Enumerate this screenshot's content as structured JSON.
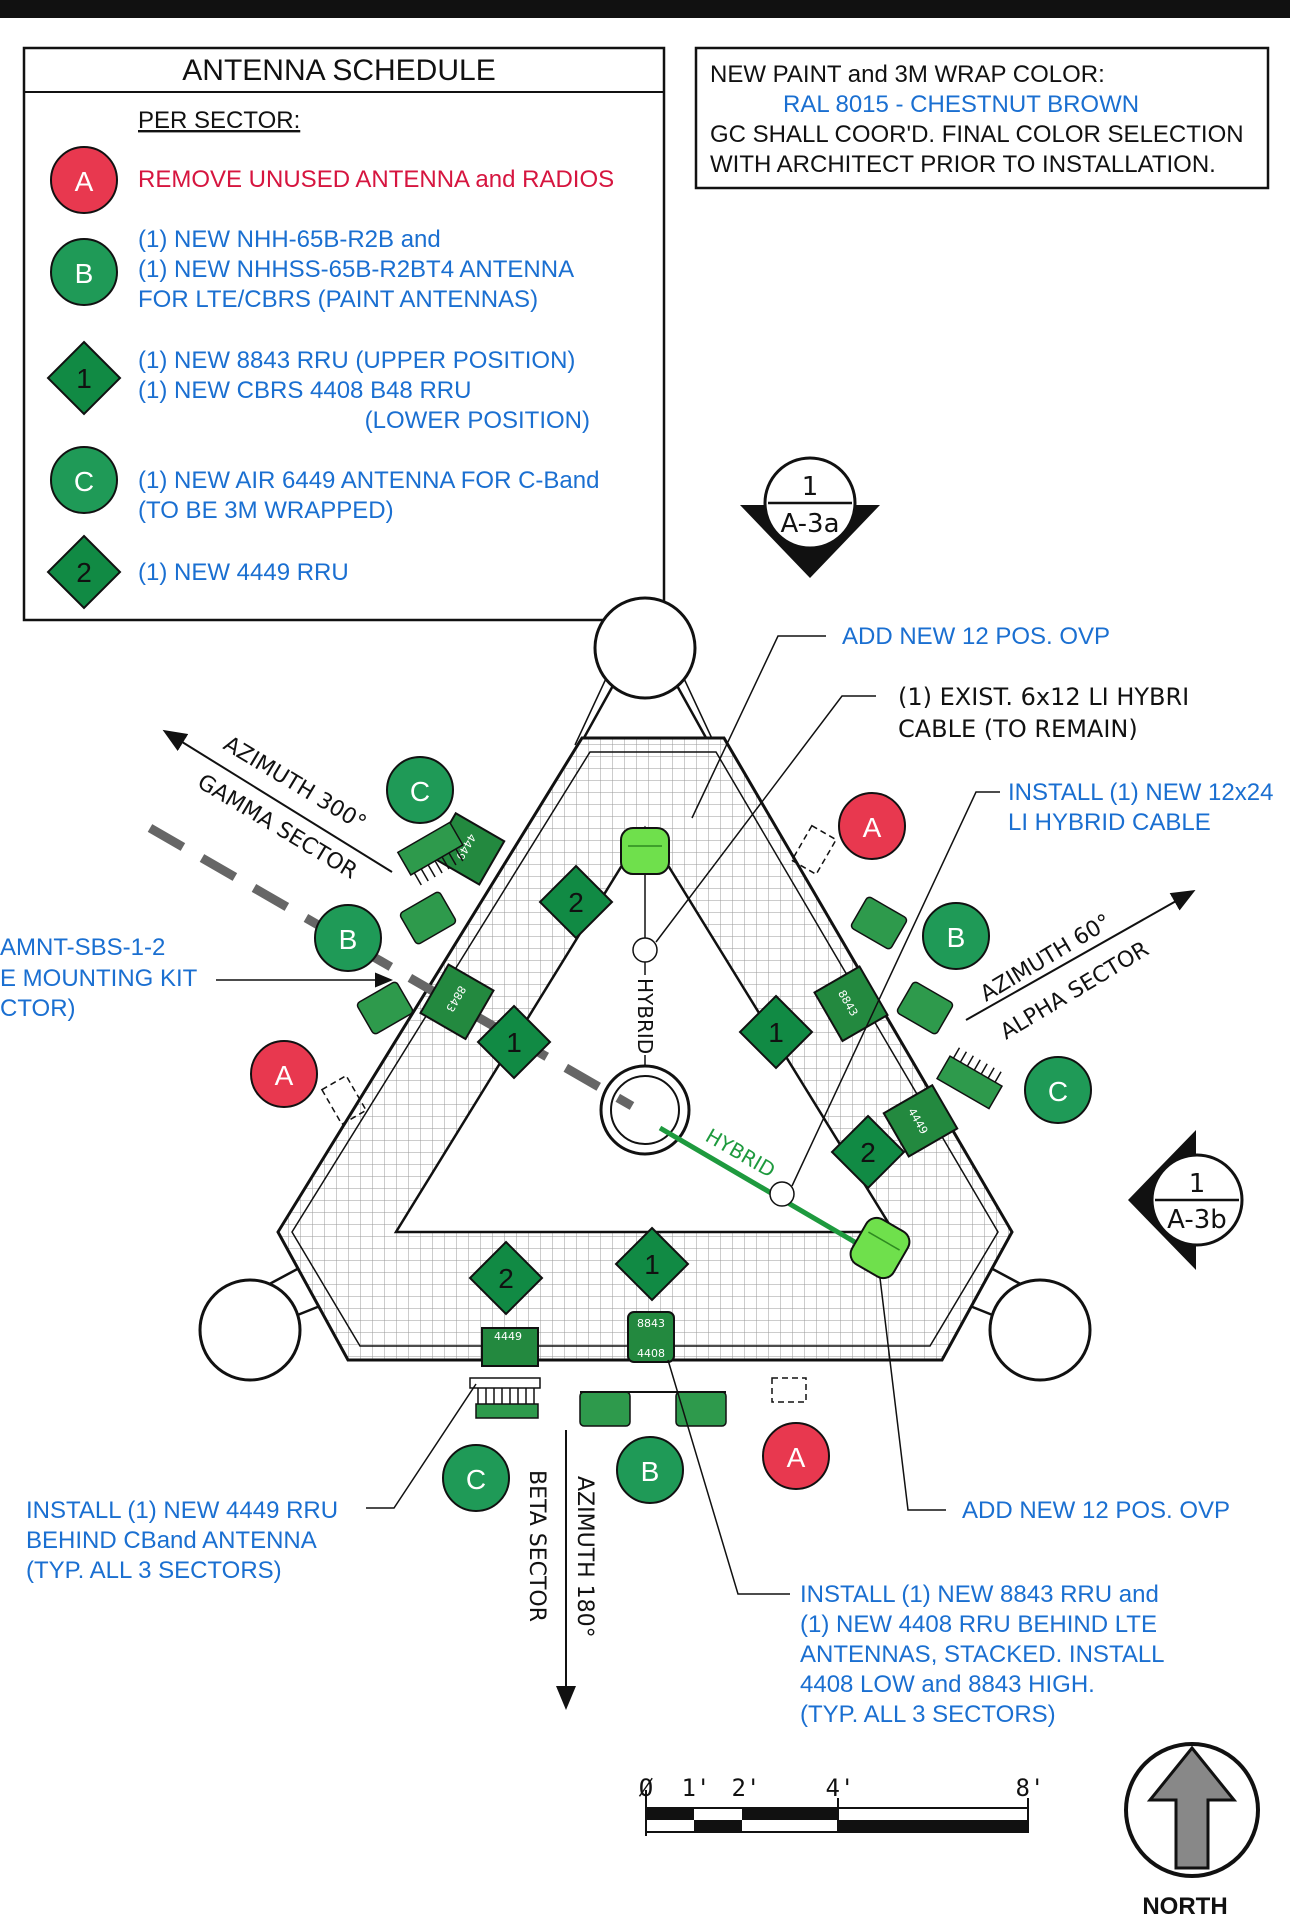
{
  "colors": {
    "red": "#e8384f",
    "red_text": "#d6153f",
    "green": "#1f9a57",
    "dark_green": "#1d7a3c",
    "diamond_green": "#118a44",
    "light_green": "#5fd14a",
    "blue_text": "#1a6fd1",
    "black": "#111111",
    "gray": "#777777"
  },
  "schedule": {
    "title": "ANTENNA SCHEDULE",
    "per_sector": "PER SECTOR:",
    "items": [
      {
        "symbol": "A",
        "shape": "circle",
        "color": "red",
        "lines": [
          "REMOVE UNUSED ANTENNA and RADIOS"
        ]
      },
      {
        "symbol": "B",
        "shape": "circle",
        "color": "green",
        "lines": [
          "(1) NEW NHH-65B-R2B and",
          "(1) NEW NHHSS-65B-R2BT4 ANTENNA",
          "FOR LTE/CBRS (PAINT ANTENNAS)"
        ]
      },
      {
        "symbol": "1",
        "shape": "diamond",
        "color": "diamond_green",
        "lines": [
          "(1) NEW 8843 RRU (UPPER POSITION)",
          "(1) NEW CBRS 4408 B48 RRU",
          "(LOWER POSITION)"
        ]
      },
      {
        "symbol": "C",
        "shape": "circle",
        "color": "green",
        "lines": [
          "(1) NEW AIR 6449 ANTENNA FOR C-Band",
          "(TO BE 3M WRAPPED)"
        ]
      },
      {
        "symbol": "2",
        "shape": "diamond",
        "color": "diamond_green",
        "lines": [
          "(1) NEW 4449 RRU"
        ]
      }
    ]
  },
  "paint_note": {
    "lines": [
      "NEW PAINT and 3M WRAP COLOR:",
      "RAL 8015 - CHESTNUT BROWN",
      "GC SHALL COOR'D. FINAL COLOR SELECTION",
      "WITH ARCHITECT PRIOR TO INSTALLATION."
    ]
  },
  "section_marks": [
    {
      "number": "1",
      "sheet": "A-3a"
    },
    {
      "number": "1",
      "sheet": "A-3b"
    }
  ],
  "callouts": {
    "ovp_top": "ADD NEW 12 POS. OVP",
    "exist_cable": [
      "(1) EXIST. 6x12 LI HYBRI",
      "CABLE (TO REMAIN)"
    ],
    "new_cable": [
      "INSTALL (1) NEW 12x24",
      "LI HYBRID CABLE"
    ],
    "mount_kit": [
      "AMNT-SBS-1-2",
      "E MOUNTING KIT",
      "CTOR)"
    ],
    "rru_4449": [
      "INSTALL (1) NEW 4449 RRU",
      "BEHIND CBand ANTENNA",
      "(TYP. ALL 3 SECTORS)"
    ],
    "rru_8843": [
      "INSTALL (1) NEW 8843 RRU and",
      "(1) NEW 4408 RRU BEHIND LTE",
      "ANTENNAS,  STACKED. INSTALL",
      "4408 LOW and 8843 HIGH.",
      "(TYP. ALL 3 SECTORS)"
    ],
    "ovp_bottom": "ADD NEW 12 POS. OVP"
  },
  "azimuths": {
    "gamma": {
      "line1": "AZIMUTH 300°",
      "line2": "GAMMA SECTOR"
    },
    "alpha": {
      "line1": "AZIMUTH 60°",
      "line2": "ALPHA SECTOR"
    },
    "beta": {
      "line1": "AZIMUTH 180°",
      "line2": "BETA SECTOR"
    }
  },
  "cables": {
    "hybrid": "HYBRID"
  },
  "equipment_labels": {
    "rru_4449": "4449",
    "rru_8843": "8843",
    "rru_4408": "4408"
  },
  "diagram_symbols": {
    "top_gamma_C": "C",
    "top_alpha_A": "A",
    "gamma_B": "B",
    "alpha_B": "B",
    "gamma_A": "A",
    "alpha_C": "C",
    "beta_C": "C",
    "beta_B": "B",
    "beta_A": "A",
    "d2_gamma": "2",
    "d1_gamma": "1",
    "d1_alpha": "1",
    "d2_alpha": "2",
    "d2_beta": "2",
    "d1_beta": "1"
  },
  "scale_bar": {
    "labels": [
      "Ø",
      "1'",
      "2'",
      "4'",
      "8'"
    ]
  },
  "north": {
    "label": "NORTH"
  }
}
